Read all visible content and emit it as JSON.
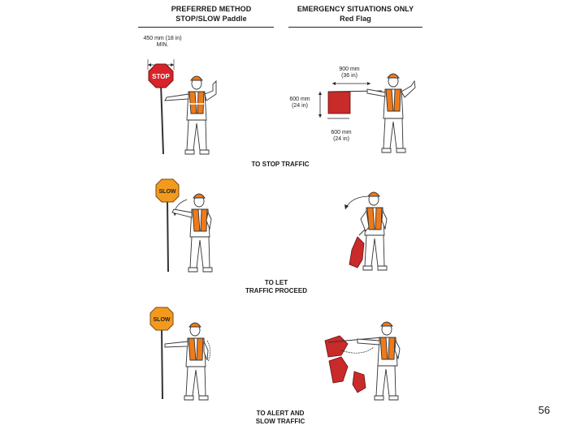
{
  "headers": {
    "left_title": "PREFERRED METHOD",
    "left_subtitle": "STOP/SLOW Paddle",
    "right_title": "EMERGENCY SITUATIONS ONLY",
    "right_subtitle": "Red Flag"
  },
  "dimensions": {
    "paddle_width": "450 mm (18 in)",
    "paddle_width_note": "MIN.",
    "flag_arm": "900 mm (36 in)",
    "flag_size": "600 mm (24 in)",
    "flag_size_bottom": "600 mm (24 in)"
  },
  "paddle_signs": {
    "stop": "STOP",
    "slow": "SLOW"
  },
  "captions": {
    "stop": "TO STOP TRAFFIC",
    "proceed_1": "TO LET",
    "proceed_2": "TRAFFIC PROCEED",
    "alert_1": "TO ALERT AND",
    "alert_2": "SLOW TRAFFIC"
  },
  "page_number": "56",
  "colors": {
    "stop_red": "#d8232a",
    "slow_orange": "#f39a1e",
    "vest_orange": "#ef7a1a",
    "flag_red": "#c92a2a"
  }
}
